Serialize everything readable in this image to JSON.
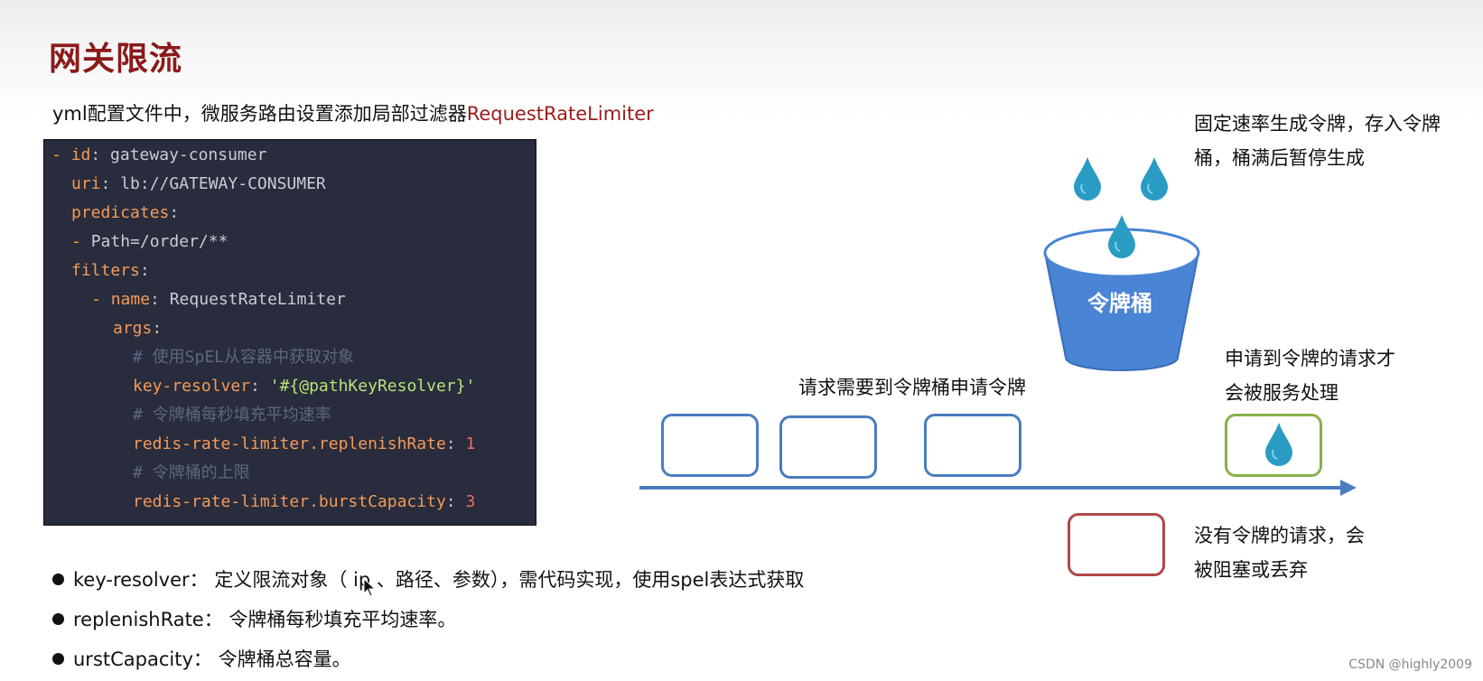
{
  "slide": {
    "title": "网关限流",
    "subtitle_prefix": "yml配置文件中，微服务路由设置添加局部过滤器",
    "subtitle_highlight": "RequestRateLimiter"
  },
  "code": {
    "l1_dash": "- ",
    "l1_key": "id",
    "l1_val": ": gateway-consumer",
    "l2_key": "uri",
    "l2_val": ": lb://GATEWAY-CONSUMER",
    "l3_key": "predicates",
    "l3_colon": ":",
    "l4_dash": "- ",
    "l4_val": "Path=/order/**",
    "l5_key": "filters",
    "l5_colon": ":",
    "l6_dash": "- ",
    "l6_key": "name",
    "l6_val": ": RequestRateLimiter",
    "l7_key": "args",
    "l7_colon": ":",
    "l8_comment": "# 使用SpEL从容器中获取对象",
    "l9_key": "key-resolver",
    "l9_colon": ": ",
    "l9_val": "'#{@pathKeyResolver}'",
    "l10_comment": "# 令牌桶每秒填充平均速率",
    "l11_key": "redis-rate-limiter.replenishRate",
    "l11_colon": ": ",
    "l11_val": "1",
    "l12_comment": "# 令牌桶的上限",
    "l13_key": "redis-rate-limiter.burstCapacity",
    "l13_colon": ": ",
    "l13_val": "3"
  },
  "bullets": [
    "key-resolver： 定义限流对象（ ip 、路径、参数），需代码实现，使用spel表达式获取",
    "replenishRate： 令牌桶每秒填充平均速率。",
    "urstCapacity： 令牌桶总容量。"
  ],
  "diagram": {
    "note_fixed_rate_1": "固定速率生成令牌，存入令牌",
    "note_fixed_rate_2": "桶，桶满后暂停生成",
    "bucket_label": "令牌桶",
    "note_request": "请求需要到令牌桶申请令牌",
    "note_processed_1": "申请到令牌的请求才",
    "note_processed_2": "会被服务处理",
    "note_blocked_1": "没有令牌的请求，会",
    "note_blocked_2": "被阻塞或丢弃",
    "colors": {
      "request_box": "#4a7cc0",
      "accepted_box": "#8ab04a",
      "rejected_box": "#b24747",
      "token": "#2a9cc4",
      "bucket": "#4a84d4"
    }
  },
  "watermark": "CSDN @highly2009"
}
